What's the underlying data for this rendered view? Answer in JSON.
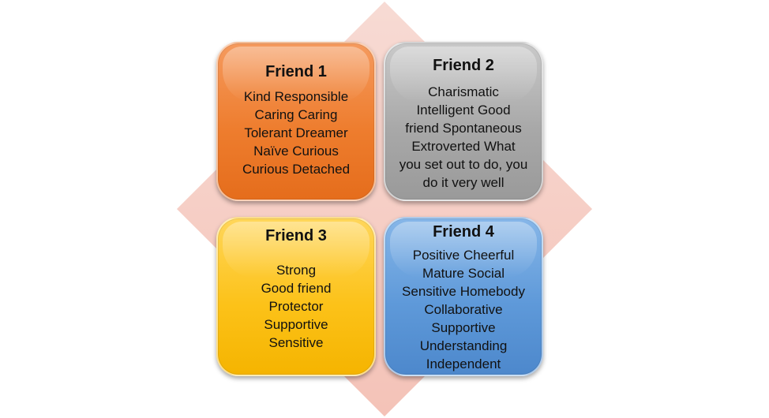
{
  "friends": [
    {
      "title": "Friend 1",
      "lines": [
        "Kind Responsible",
        "Caring Caring",
        "Tolerant Dreamer",
        "Naïve Curious",
        "Curious Detached"
      ]
    },
    {
      "title": "Friend 2",
      "lines": [
        "Charismatic",
        "Intelligent Good",
        "friend Spontaneous",
        "Extroverted What",
        "you set out to do, you",
        "do it very well"
      ]
    },
    {
      "title": "Friend 3",
      "lines": [
        "Strong",
        "Good friend",
        "Protector",
        "Supportive",
        "Sensitive"
      ]
    },
    {
      "title": "Friend 4",
      "lines": [
        "Positive Cheerful",
        "Mature Social",
        "Sensitive Homebody",
        "Collaborative",
        "Supportive",
        "Understanding",
        "Independent"
      ]
    }
  ],
  "colors": {
    "friend1": "#ee7d2e",
    "friend2": "#a8a8a8",
    "friend3": "#fcc219",
    "friend4": "#5e99d9",
    "diamond": "#f4c4b9"
  }
}
